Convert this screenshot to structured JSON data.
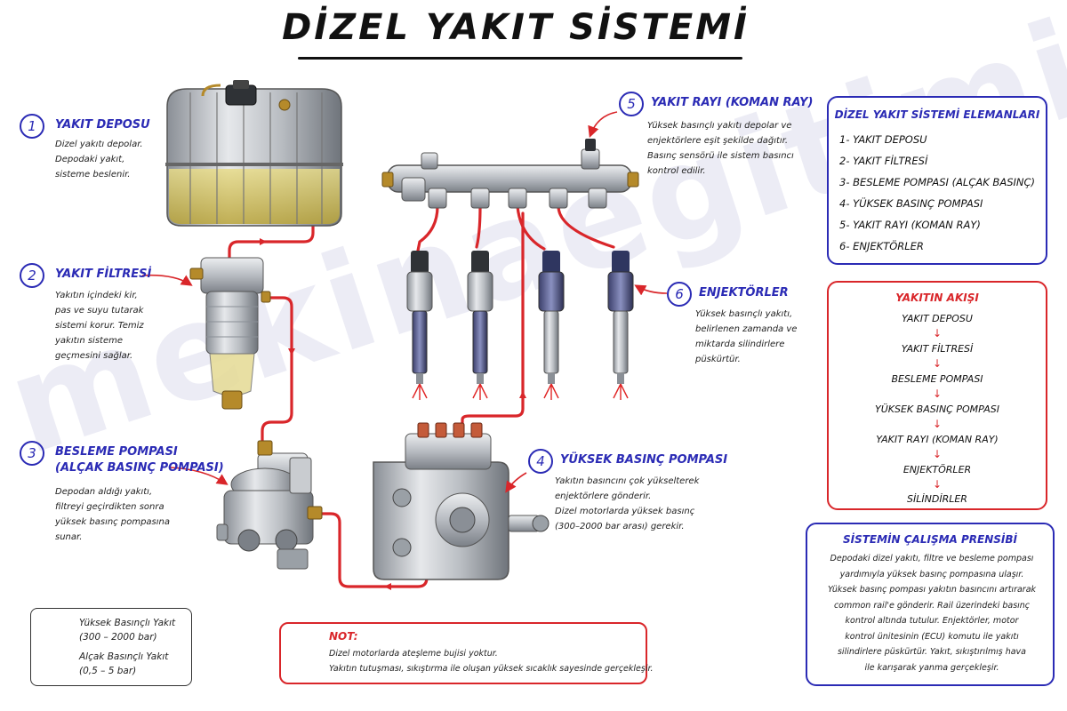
{
  "title": "DİZEL YAKIT SİSTEMİ",
  "watermark": "mekinaegitimi.com",
  "components": [
    {
      "num": "1",
      "title": "YAKIT DEPOSU",
      "desc": [
        "Dizel yakıtı depolar.",
        "Depodaki yakıt,",
        "sisteme beslenir."
      ]
    },
    {
      "num": "2",
      "title": "YAKIT FİLTRESİ",
      "desc": [
        "Yakıtın içindeki kir,",
        "pas ve suyu tutarak",
        "sistemi korur. Temiz",
        "yakıtın sisteme",
        "geçmesini sağlar."
      ]
    },
    {
      "num": "3",
      "title": "BESLEME POMPASI",
      "subtitle": "(ALÇAK BASINÇ POMPASI)",
      "desc": [
        "Depodan aldığı yakıtı,",
        "filtreyi geçirdikten sonra",
        "yüksek basınç pompasına",
        "sunar."
      ]
    },
    {
      "num": "4",
      "title": "YÜKSEK BASINÇ POMPASI",
      "desc": [
        "Yakıtın basıncını çok yükselterek",
        "enjektörlere gönderir.",
        "Dizel motorlarda yüksek basınç",
        "(300–2000 bar arası) gerekir."
      ]
    },
    {
      "num": "5",
      "title": "YAKIT RAYI (KOMAN RAY)",
      "desc": [
        "Yüksek basınçlı yakıtı depolar ve",
        "enjektörlere eşit şekilde dağıtır.",
        "Basınç sensörü ile sistem basıncı",
        "kontrol edilir."
      ]
    },
    {
      "num": "6",
      "title": "ENJEKTÖRLER",
      "desc": [
        "Yüksek basınçlı yakıtı,",
        "belirlenen zamanda ve",
        "miktarda silindirlere",
        "püskürtür."
      ]
    }
  ],
  "elements_panel": {
    "title": "DİZEL YAKIT SİSTEMİ ELEMANLARI",
    "items": [
      "1- YAKIT DEPOSU",
      "2- YAKIT FİLTRESİ",
      "3- BESLEME POMPASI (ALÇAK BASINÇ)",
      "4- YÜKSEK BASINÇ POMPASI",
      "5- YAKIT RAYI (KOMAN RAY)",
      "6- ENJEKTÖRLER"
    ]
  },
  "flow_panel": {
    "title": "YAKITIN AKIŞI",
    "steps": [
      "YAKIT DEPOSU",
      "YAKIT FİLTRESİ",
      "BESLEME POMPASI",
      "YÜKSEK BASINÇ POMPASI",
      "YAKIT RAYI (KOMAN RAY)",
      "ENJEKTÖRLER",
      "SİLİNDİRLER"
    ]
  },
  "principle_panel": {
    "title": "SİSTEMİN ÇALIŞMA PRENSİBİ",
    "lines": [
      "Depodaki dizel yakıtı, filtre ve besleme pompası",
      "yardımıyla yüksek basınç pompasına ulaşır.",
      "Yüksek basınç pompası yakıtın basıncını artırarak",
      "common rail'e gönderir. Rail üzerindeki basınç",
      "kontrol altında tutulur. Enjektörler, motor",
      "kontrol ünitesinin (ECU) komutu ile yakıtı",
      "silindirlere püskürtür. Yakıt, sıkıştırılmış hava",
      "ile karışarak yanma gerçekleşir."
    ]
  },
  "legend": {
    "high": {
      "label": "Yüksek Basınçlı Yakıt",
      "range": "(300 – 2000 bar)",
      "color": "#e02424"
    },
    "low": {
      "label": "Alçak Basınçlı Yakıt",
      "range": "(0,5 – 5 bar)",
      "color": "#1e7fe0"
    }
  },
  "note": {
    "title": "NOT:",
    "lines": [
      "Dizel motorlarda ateşleme bujisi yoktur.",
      "Yakıtın tutuşması, sıkıştırma ile oluşan yüksek sıcaklık sayesinde gerçekleşir."
    ]
  },
  "colors": {
    "blue": "#2b2bb5",
    "red": "#d9262a",
    "pipe": "#e02424"
  }
}
